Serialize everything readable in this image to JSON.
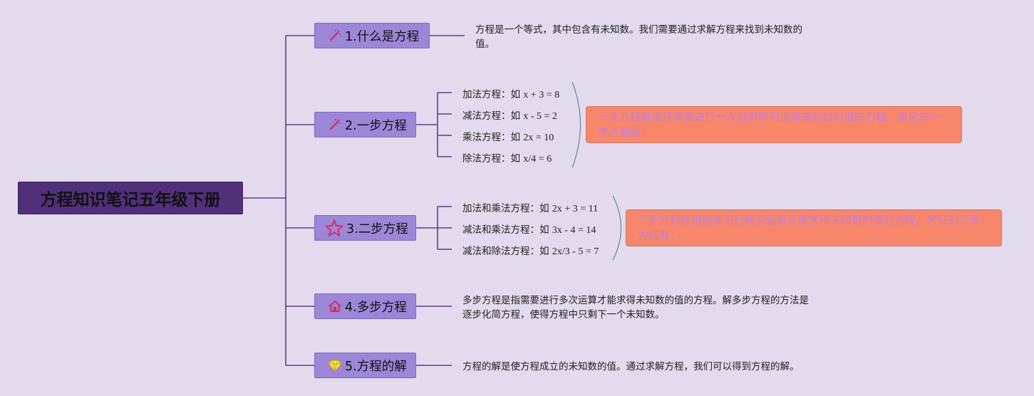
{
  "root": {
    "title": "方程知识笔记五年级下册"
  },
  "branches": [
    {
      "id": "b1",
      "label": "1.什么是方程",
      "icon": "magic-wand-icon",
      "note": "方程是一个等式，其中包含有未知数。我们需要通过求解方程来找到未知数的值。"
    },
    {
      "id": "b2",
      "label": "2.一步方程",
      "icon": "magic-wand-icon",
      "items": [
        {
          "prefix": "加法方程：如",
          "eq": "x + 3 = 8"
        },
        {
          "prefix": "减法方程：如",
          "eq": "x - 5 = 2"
        },
        {
          "prefix": "乘法方程：如",
          "eq": "2x = 10"
        },
        {
          "prefix": "除法方程：如",
          "eq": "x/4 = 6"
        }
      ],
      "callout": "一步方程是指只需要进行一次运算即可求得未知数的值的方程。常见的一步方程有："
    },
    {
      "id": "b3",
      "label": "3.二步方程",
      "icon": "star-icon",
      "items": [
        {
          "prefix": "加法和乘法方程：如",
          "eq": "2x + 3 = 11"
        },
        {
          "prefix": "减法和乘法方程：如",
          "eq": "3x - 4 = 14"
        },
        {
          "prefix": "减法和除法方程：如",
          "eq": "2x/3 - 5 = 7"
        }
      ],
      "callout": "二步方程是指需要进行两次运算才能求得未知数的值的方程。常见的二步方程有："
    },
    {
      "id": "b4",
      "label": "4.多步方程",
      "icon": "house-icon",
      "note": "多步方程是指需要进行多次运算才能求得未知数的值的方程。解多步方程的方法是逐步化简方程，使得方程中只剩下一个未知数。"
    },
    {
      "id": "b5",
      "label": "5.方程的解",
      "icon": "diamond-icon",
      "note": "方程的解是使方程成立的未知数的值。通过求解方程，我们可以得到方程的解。"
    }
  ],
  "colors": {
    "background": "#e3daee",
    "root": "#51307a",
    "node": "#9b86d8",
    "line": "#5a3e86",
    "callout": "#f7866a"
  }
}
